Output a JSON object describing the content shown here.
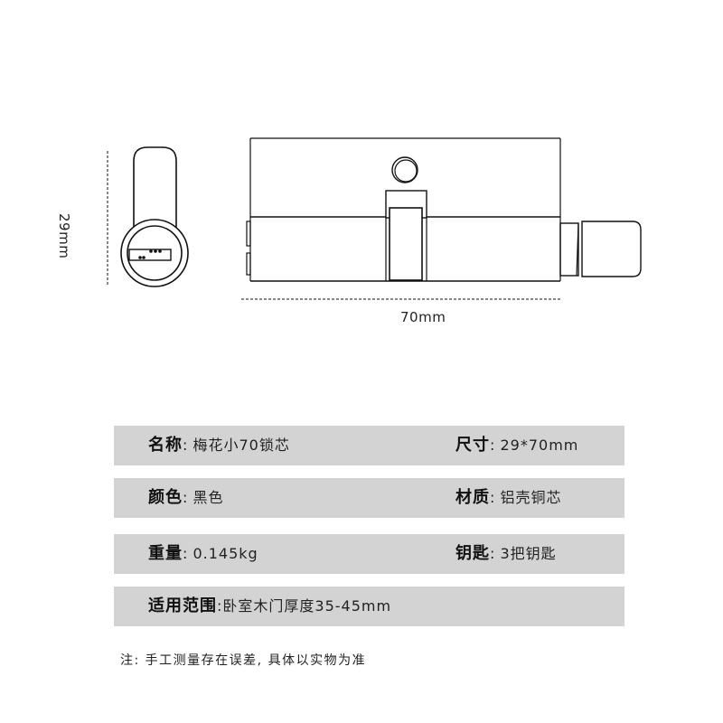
{
  "diagram": {
    "height_label": "29mm",
    "width_label": "70mm"
  },
  "specs": {
    "rows": [
      {
        "left": {
          "label": "名称",
          "sep": ":",
          "value": "梅花小70锁芯"
        },
        "right": {
          "label": "尺寸",
          "sep": ":",
          "value": "29*70mm"
        }
      },
      {
        "left": {
          "label": "颜色",
          "sep": ":",
          "value": "黑色"
        },
        "right": {
          "label": "材质",
          "sep": ":",
          "value": "铝壳铜芯"
        }
      },
      {
        "left": {
          "label": "重量",
          "sep": ":",
          "value": "0.145kg"
        },
        "right": {
          "label": "钥匙",
          "sep": ":",
          "value": "3把钥匙"
        }
      },
      {
        "left": {
          "label": "适用范围",
          "sep": ":",
          "value": "卧室木门厚度35-45mm"
        }
      }
    ]
  },
  "note": "注: 手工测量存在误差, 具体以实物为准",
  "colors": {
    "row_background": "#d3d3d3",
    "line": "#111111"
  }
}
